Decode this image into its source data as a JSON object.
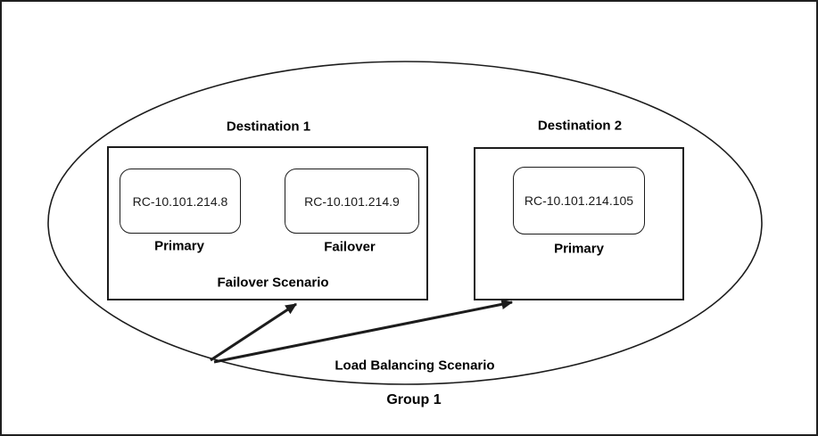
{
  "diagram": {
    "group_label": "Group 1",
    "load_balancing_label": "Load Balancing Scenario",
    "destinations": [
      {
        "title": "Destination 1",
        "scenario_label": "Failover Scenario",
        "nodes": [
          {
            "id": "RC-10.101.214.8",
            "role": "Primary"
          },
          {
            "id": "RC-10.101.214.9",
            "role": "Failover"
          }
        ]
      },
      {
        "title": "Destination 2",
        "nodes": [
          {
            "id": "RC-10.101.214.105",
            "role": "Primary"
          }
        ]
      }
    ],
    "colors": {
      "stroke": "#1c1c1c",
      "text": "#000000",
      "background": "#ffffff"
    }
  }
}
